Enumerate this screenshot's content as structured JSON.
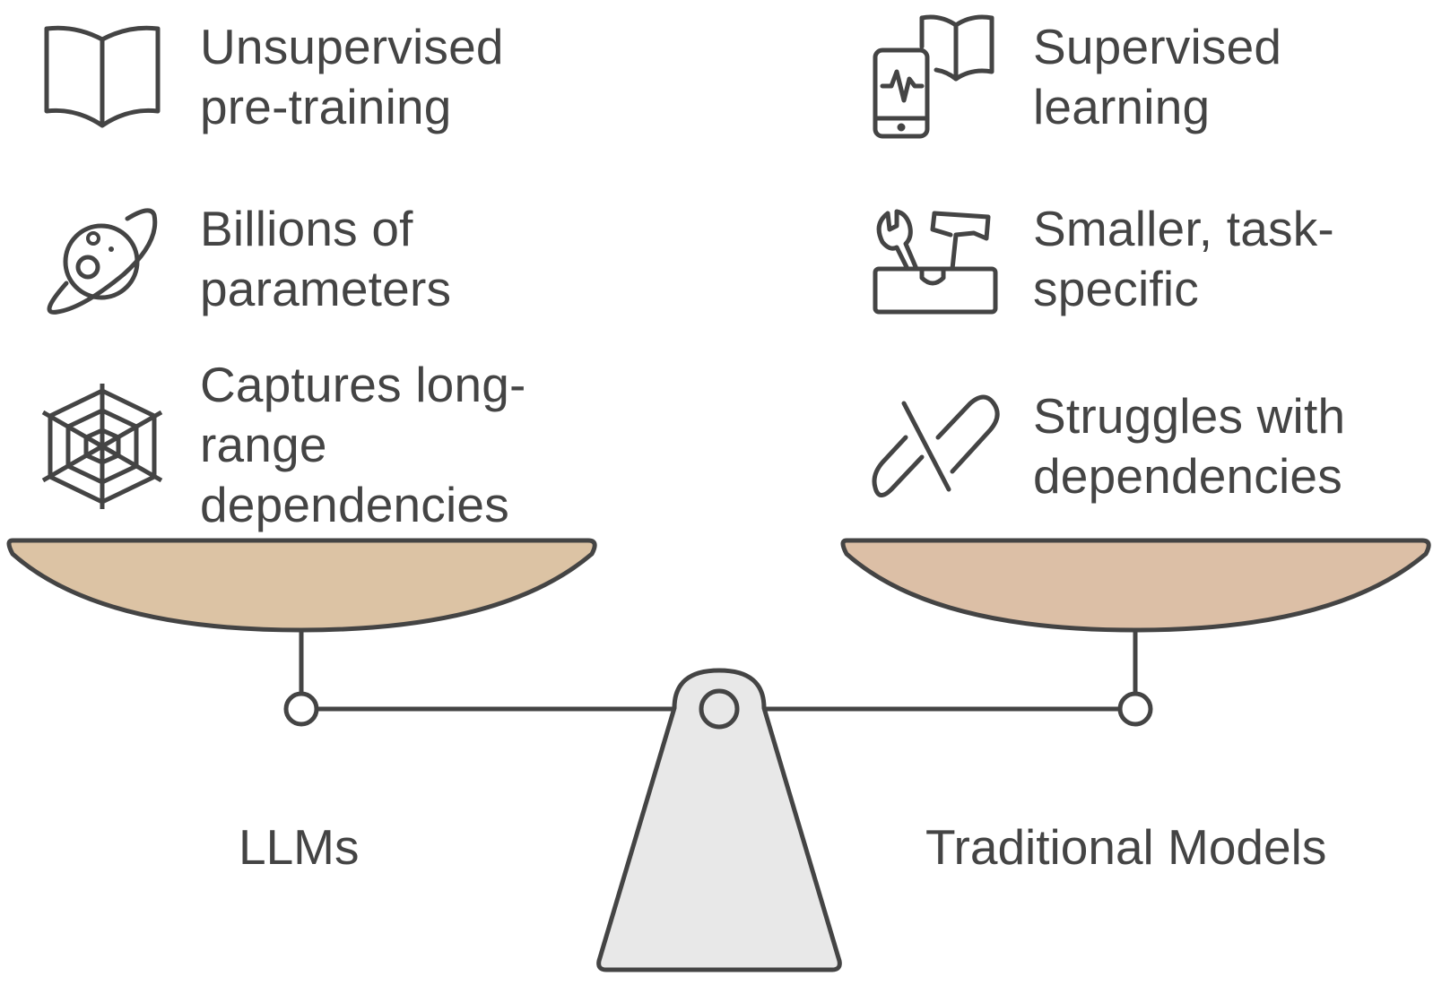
{
  "left": {
    "name": "LLMs",
    "pan_color": "#dcc3a4",
    "items": [
      {
        "icon": "open-book-icon",
        "label": "Unsupervised\npre-training"
      },
      {
        "icon": "planet-icon",
        "label": "Billions of\nparameters"
      },
      {
        "icon": "spider-web-icon",
        "label": "Captures long-\nrange\ndependencies"
      }
    ]
  },
  "right": {
    "name": "Traditional Models",
    "pan_color": "#dcbfa6",
    "items": [
      {
        "icon": "phone-and-book-icon",
        "label": "Supervised\nlearning"
      },
      {
        "icon": "toolbox-icon",
        "label": "Smaller, task-\nspecific"
      },
      {
        "icon": "broken-link-icon",
        "label": "Struggles with\ndependencies"
      }
    ]
  },
  "colors": {
    "stroke": "#444444",
    "fulcrum_fill": "#e8e8e8",
    "text": "#444444"
  }
}
